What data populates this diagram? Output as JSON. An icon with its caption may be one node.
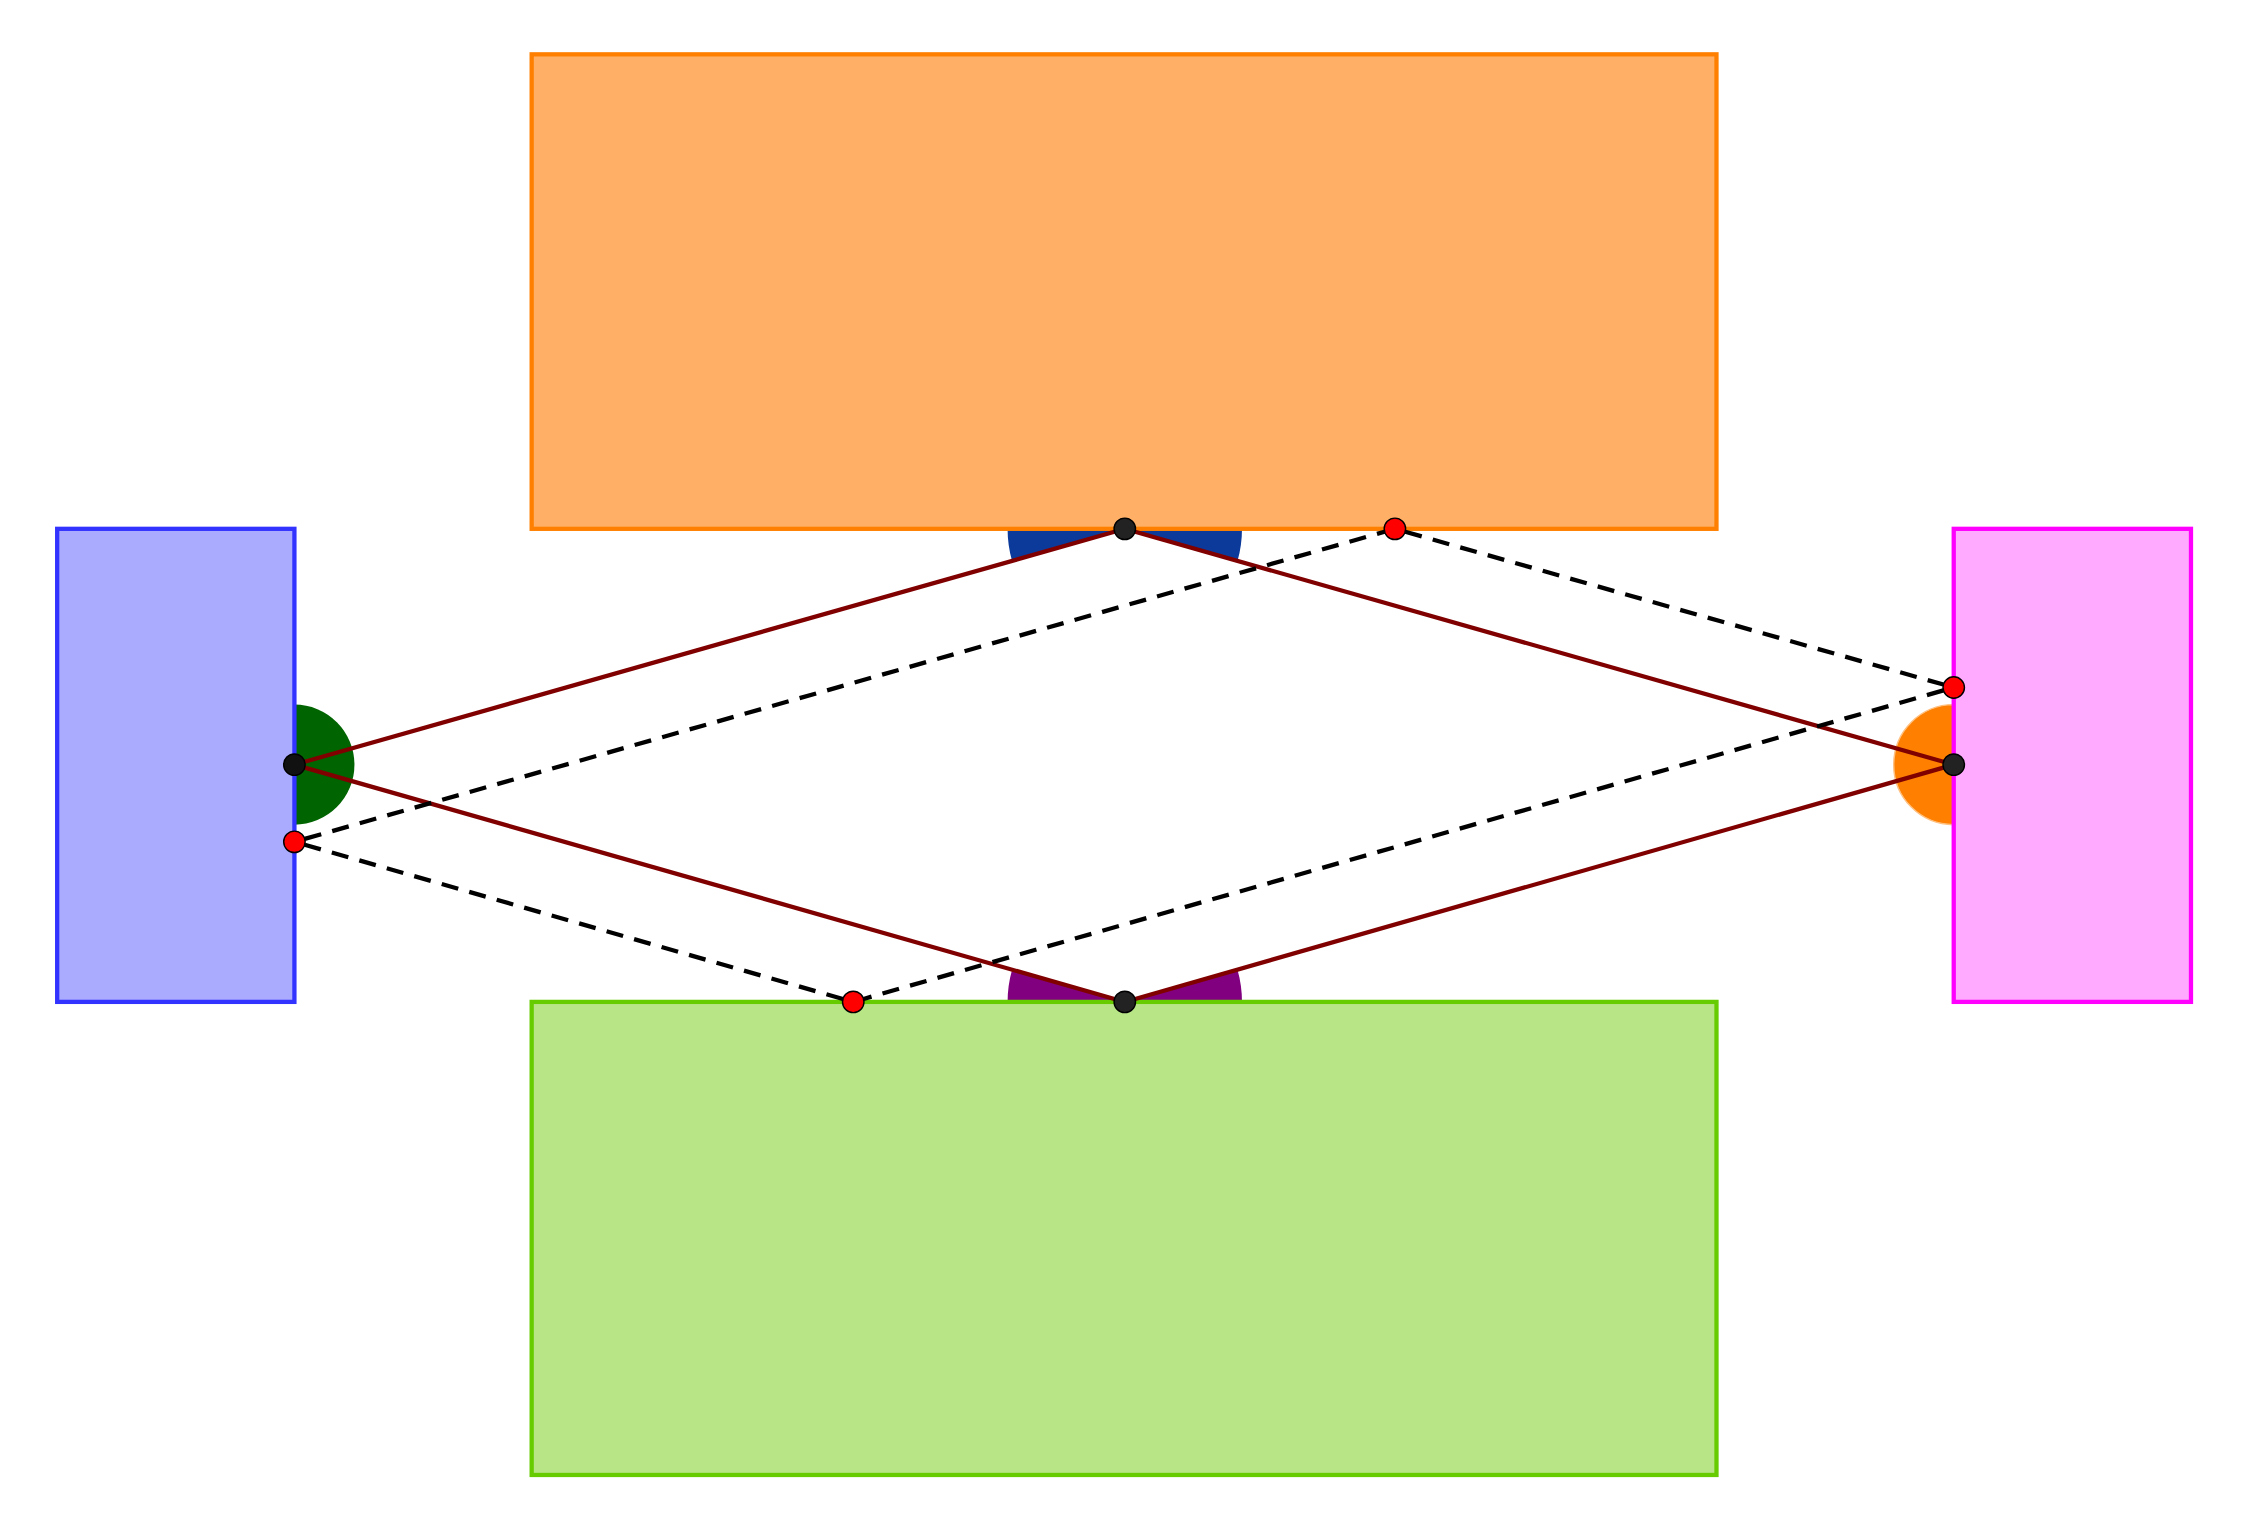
{
  "diagram": {
    "nodes": [
      {
        "text": [],
        "shape": "box"
      },
      {
        "text": [],
        "shape": "box"
      },
      {
        "text": [],
        "shape": "box"
      },
      {
        "text": [],
        "shape": "box"
      },
      {
        "text": [],
        "shape": "circle"
      },
      {
        "text": [],
        "shape": "circle"
      },
      {
        "text": [],
        "shape": "circle"
      },
      {
        "text": [],
        "shape": "circle"
      },
      {
        "text": [],
        "shape": "circle"
      },
      {
        "text": [],
        "shape": "circle"
      },
      {
        "text": [],
        "shape": "circle"
      },
      {
        "text": [],
        "shape": "circle"
      }
    ],
    "edges": [
      {
        "from": 7,
        "to": 4,
        "arrow": "none",
        "color": "#800000"
      },
      {
        "from": 4,
        "to": 8,
        "arrow": "none",
        "color": "#800000"
      },
      {
        "from": 8,
        "to": 11,
        "arrow": "none",
        "color": "#800000"
      },
      {
        "from": 11,
        "to": 7,
        "arrow": "none",
        "color": "#800000"
      },
      {
        "from": 9,
        "to": 5,
        "arrow": "none",
        "style": "dashed",
        "color": "#000000"
      },
      {
        "from": 5,
        "to": 6,
        "arrow": "none",
        "style": "dashed",
        "color": "#000000"
      },
      {
        "from": 6,
        "to": 10,
        "arrow": "none",
        "style": "dashed",
        "color": "#000000"
      },
      {
        "from": 10,
        "to": 9,
        "arrow": "none",
        "style": "dashed",
        "color": "#000000"
      }
    ]
  }
}
